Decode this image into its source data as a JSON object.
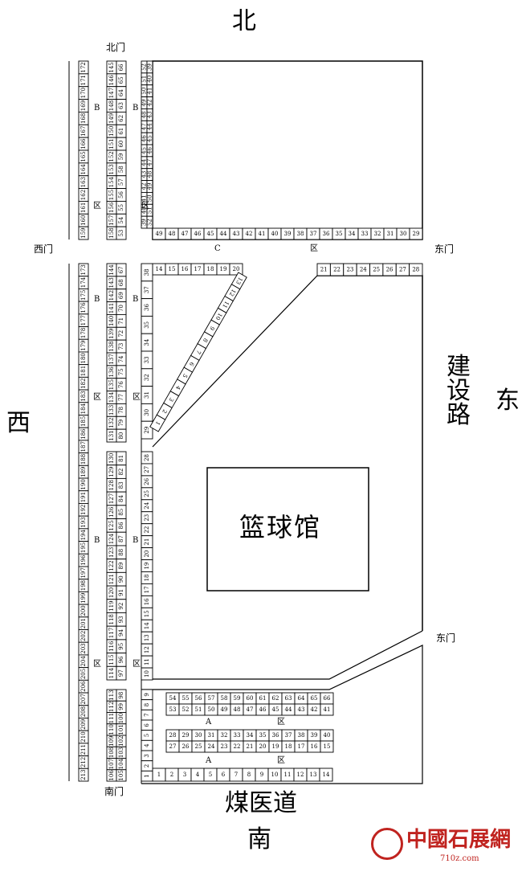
{
  "directions": {
    "north": "北",
    "south": "南",
    "east": "东",
    "west": "西"
  },
  "gates": {
    "north": "北门",
    "south": "南门",
    "east_top": "东门",
    "east_bottom": "东门",
    "west": "西门"
  },
  "roads": {
    "east_road": "建设路",
    "south_road": "煤医道"
  },
  "building": "篮球馆",
  "zone_labels": {
    "b": "B",
    "qu": "区",
    "c": "C",
    "a": "A"
  },
  "watermark": {
    "text": "中國石展網",
    "sub": "710z.com"
  },
  "booths": {
    "c_north_bottom_row": [
      49,
      48,
      47,
      46,
      45,
      44,
      43,
      42,
      41,
      40,
      39,
      38,
      37,
      36,
      35,
      34,
      33,
      32,
      31,
      30,
      29
    ],
    "c_north_col_outer": [
      52,
      51,
      50,
      49,
      48,
      47,
      46,
      45,
      44,
      43,
      42,
      41,
      40,
      39
    ],
    "c_north_col_inner": [
      39,
      40,
      41,
      42,
      43,
      44,
      45,
      46,
      47,
      48,
      49,
      50,
      51,
      52
    ],
    "b_north_col1": [
      172,
      171,
      170,
      169,
      168,
      167,
      166,
      165,
      164,
      163,
      162,
      161,
      160,
      159
    ],
    "b_north_col2": [
      145,
      146,
      147,
      148,
      149,
      150,
      151,
      152,
      153,
      154,
      155,
      156,
      157,
      158
    ],
    "b_north_col3": [
      66,
      65,
      64,
      63,
      62,
      61,
      60,
      59,
      58,
      57,
      56,
      55,
      54,
      53
    ],
    "c_triangle_top": [
      14,
      15,
      16,
      17,
      18,
      19,
      20
    ],
    "c_triangle_diag": [
      13,
      12,
      11,
      10,
      9,
      8,
      7,
      6,
      5,
      4,
      3,
      2,
      1
    ],
    "c_triangle_col": [
      38,
      37,
      36,
      35,
      34,
      33,
      32,
      31,
      30,
      29
    ],
    "c_east_top_row": [
      21,
      22,
      23,
      24,
      25,
      26,
      27,
      28
    ],
    "b_west_col1": [
      173,
      174,
      175,
      176,
      177,
      178,
      179,
      180,
      181,
      182,
      183,
      184,
      185,
      186,
      187,
      188,
      189,
      190,
      191,
      192,
      193,
      194,
      195,
      196,
      197,
      198,
      199,
      200,
      201,
      202,
      203,
      204,
      205,
      206,
      207,
      208,
      209,
      210,
      211,
      212,
      213
    ],
    "b_mid_col2_upper": [
      144,
      143,
      142,
      141,
      140,
      139,
      138,
      137,
      136,
      135,
      134,
      133,
      132,
      131
    ],
    "b_mid_col3_upper": [
      67,
      68,
      69,
      70,
      71,
      72,
      73,
      74,
      75,
      76,
      77,
      78,
      79,
      80
    ],
    "b_mid_col2_lower": [
      130,
      129,
      128,
      127,
      126,
      125,
      124,
      123,
      122,
      121,
      120,
      119,
      118,
      117,
      116,
      115,
      114
    ],
    "b_mid_col3_lower": [
      81,
      82,
      83,
      84,
      85,
      86,
      87,
      88,
      89,
      90,
      91,
      92,
      93,
      94,
      95,
      96,
      97
    ],
    "b_south_col2": [
      113,
      112,
      111,
      110,
      109,
      108,
      107,
      106
    ],
    "b_south_col3": [
      98,
      99,
      100,
      101,
      102,
      103,
      104,
      105
    ],
    "b_east_col_lower": [
      28,
      27,
      26,
      25,
      24,
      23,
      22,
      21,
      20,
      19,
      18,
      17,
      16,
      15,
      14,
      13,
      12,
      11,
      10
    ],
    "a_row1": [
      54,
      55,
      56,
      57,
      58,
      59,
      60,
      61,
      62,
      63,
      64,
      65,
      66
    ],
    "a_row2": [
      53,
      52,
      51,
      50,
      49,
      48,
      47,
      46,
      45,
      44,
      43,
      42,
      41
    ],
    "a_row3": [
      28,
      29,
      30,
      31,
      32,
      33,
      34,
      35,
      36,
      37,
      38,
      39,
      40
    ],
    "a_row4": [
      27,
      26,
      25,
      24,
      23,
      22,
      21,
      20,
      19,
      18,
      17,
      16,
      15
    ],
    "a_bottom_row": [
      1,
      2,
      3,
      4,
      5,
      6,
      7,
      8,
      9,
      10,
      11,
      12,
      13,
      14
    ],
    "a_west_col": [
      9,
      8,
      7,
      6,
      5,
      4,
      3,
      2,
      1
    ]
  }
}
